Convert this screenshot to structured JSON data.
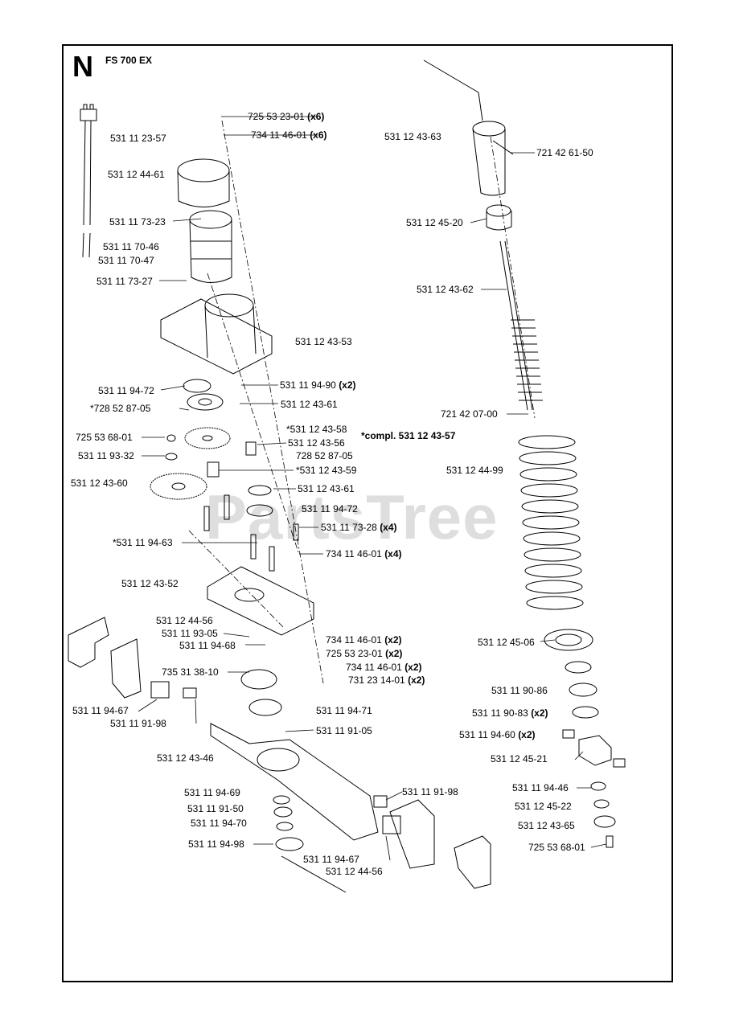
{
  "header": {
    "section_letter": "N",
    "model": "FS 700 EX"
  },
  "watermark": "PartsTree",
  "labels": [
    {
      "id": "l1",
      "part": "725 53 23-01",
      "qty": "(x6)"
    },
    {
      "id": "l2",
      "part": "734 11 46-01",
      "qty": "(x6)"
    },
    {
      "id": "l3",
      "part": "531 11 23-57",
      "qty": ""
    },
    {
      "id": "l4",
      "part": "531 12 44-61",
      "qty": ""
    },
    {
      "id": "l5",
      "part": "531 11 73-23",
      "qty": ""
    },
    {
      "id": "l6",
      "part": "531 11 70-46",
      "qty": ""
    },
    {
      "id": "l7",
      "part": "531 11 70-47",
      "qty": ""
    },
    {
      "id": "l8",
      "part": "531 11 73-27",
      "qty": ""
    },
    {
      "id": "l9",
      "part": "531 12 43-53",
      "qty": ""
    },
    {
      "id": "l10",
      "part": "531 11 94-72",
      "qty": ""
    },
    {
      "id": "l11",
      "part": "531 11 94-90",
      "qty": "(x2)"
    },
    {
      "id": "l12",
      "part": "*728 52 87-05",
      "qty": ""
    },
    {
      "id": "l13",
      "part": "531 12 43-61",
      "qty": ""
    },
    {
      "id": "l14",
      "part": "725 53 68-01",
      "qty": ""
    },
    {
      "id": "l15",
      "part": "*531 12 43-58",
      "qty": ""
    },
    {
      "id": "l16",
      "part": "*compl. 531 12 43-57",
      "qty": ""
    },
    {
      "id": "l17",
      "part": "531 12 43-56",
      "qty": ""
    },
    {
      "id": "l18",
      "part": "531 11 93-32",
      "qty": ""
    },
    {
      "id": "l19",
      "part": "728 52 87-05",
      "qty": ""
    },
    {
      "id": "l20",
      "part": "*531 12 43-59",
      "qty": ""
    },
    {
      "id": "l21",
      "part": "531 12 43-60",
      "qty": ""
    },
    {
      "id": "l22",
      "part": "531 12 43-61",
      "qty": ""
    },
    {
      "id": "l23",
      "part": "531 11 94-72",
      "qty": ""
    },
    {
      "id": "l24",
      "part": "531 11 73-28",
      "qty": "(x4)"
    },
    {
      "id": "l25",
      "part": "*531 11 94-63",
      "qty": ""
    },
    {
      "id": "l26",
      "part": "734 11 46-01",
      "qty": "(x4)"
    },
    {
      "id": "l27",
      "part": "531 12 43-52",
      "qty": ""
    },
    {
      "id": "l28",
      "part": "531 12 44-56",
      "qty": ""
    },
    {
      "id": "l29",
      "part": "531 11 93-05",
      "qty": ""
    },
    {
      "id": "l30",
      "part": "734 11 46-01",
      "qty": "(x2)"
    },
    {
      "id": "l31",
      "part": "531 11 94-68",
      "qty": ""
    },
    {
      "id": "l32",
      "part": "725 53 23-01",
      "qty": "(x2)"
    },
    {
      "id": "l33",
      "part": "734 11 46-01",
      "qty": "(x2)"
    },
    {
      "id": "l34",
      "part": "735 31 38-10",
      "qty": ""
    },
    {
      "id": "l35",
      "part": "731 23 14-01",
      "qty": "(x2)"
    },
    {
      "id": "l36",
      "part": "531 11 94-67",
      "qty": ""
    },
    {
      "id": "l37",
      "part": "531 11 94-71",
      "qty": ""
    },
    {
      "id": "l38",
      "part": "531 11 91-98",
      "qty": ""
    },
    {
      "id": "l39",
      "part": "531 11 91-05",
      "qty": ""
    },
    {
      "id": "l40",
      "part": "531 12 43-46",
      "qty": ""
    },
    {
      "id": "l41",
      "part": "531 11 94-69",
      "qty": ""
    },
    {
      "id": "l42",
      "part": "531 11 91-98",
      "qty": ""
    },
    {
      "id": "l43",
      "part": "531 11 91-50",
      "qty": ""
    },
    {
      "id": "l44",
      "part": "531 11 94-70",
      "qty": ""
    },
    {
      "id": "l45",
      "part": "531 11 94-98",
      "qty": ""
    },
    {
      "id": "l46",
      "part": "531 11 94-67",
      "qty": ""
    },
    {
      "id": "l47",
      "part": "531 12 44-56",
      "qty": ""
    },
    {
      "id": "l48",
      "part": "531 12 43-63",
      "qty": ""
    },
    {
      "id": "l49",
      "part": "721 42 61-50",
      "qty": ""
    },
    {
      "id": "l50",
      "part": "531 12 45-20",
      "qty": ""
    },
    {
      "id": "l51",
      "part": "531 12 43-62",
      "qty": ""
    },
    {
      "id": "l52",
      "part": "721 42 07-00",
      "qty": ""
    },
    {
      "id": "l53",
      "part": "531 12 44-99",
      "qty": ""
    },
    {
      "id": "l54",
      "part": "531 12 45-06",
      "qty": ""
    },
    {
      "id": "l55",
      "part": "531 11 90-86",
      "qty": ""
    },
    {
      "id": "l56",
      "part": "531 11 90-83",
      "qty": "(x2)"
    },
    {
      "id": "l57",
      "part": "531 11 94-60",
      "qty": "(x2)"
    },
    {
      "id": "l58",
      "part": "531 12 45-21",
      "qty": ""
    },
    {
      "id": "l59",
      "part": "531 11 94-46",
      "qty": ""
    },
    {
      "id": "l60",
      "part": "531 12 45-22",
      "qty": ""
    },
    {
      "id": "l61",
      "part": "531 12 43-65",
      "qty": ""
    },
    {
      "id": "l62",
      "part": "725 53 68-01",
      "qty": ""
    }
  ]
}
